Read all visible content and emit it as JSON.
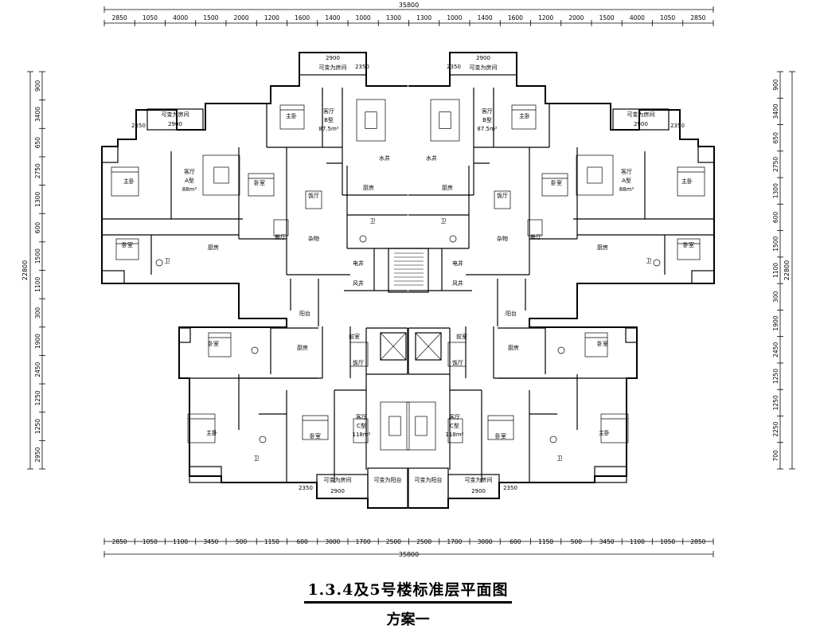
{
  "title": "1.3.4及5号楼标准层平面图",
  "subtitle": "方案一",
  "top_total": "35800",
  "top_dims": [
    "2850",
    "1050",
    "4000",
    "1500",
    "2000",
    "1200",
    "1600",
    "1400",
    "1000",
    "1300",
    "1300",
    "1000",
    "1400",
    "1600",
    "1200",
    "2000",
    "1500",
    "4000",
    "1050",
    "2850"
  ],
  "bottom_total": "35800",
  "bottom_dims": [
    "2850",
    "1050",
    "1100",
    "3450",
    "500",
    "1150",
    "600",
    "3000",
    "1700",
    "2500",
    "2500",
    "1700",
    "3000",
    "600",
    "1150",
    "500",
    "3450",
    "1100",
    "1050",
    "2850"
  ],
  "left_total": "22800",
  "left_dims": [
    "900",
    "3400",
    "650",
    "2750",
    "1300",
    "600",
    "1500",
    "1100",
    "300",
    "1900",
    "2450",
    "1250",
    "1250",
    "2950"
  ],
  "right_total": "22800",
  "right_dims": [
    "900",
    "3400",
    "650",
    "2750",
    "1300",
    "600",
    "1500",
    "1100",
    "300",
    "1900",
    "2450",
    "1250",
    "1250",
    "2250",
    "700"
  ],
  "room_labels": {
    "flexible_room": "可变为房间",
    "flexible_balcony": "可变为阳台",
    "width_2900": "2900",
    "height_2350": "2350",
    "master_bedroom": "主卧",
    "bedroom": "卧室",
    "living_room": "客厅",
    "dining_room": "饭厅",
    "dining_room_alt": "餐厅",
    "kitchen": "厨房",
    "bathroom": "卫",
    "balcony": "阳台",
    "utility_room": "杂物",
    "water_shaft": "水井",
    "electric_shaft": "电井",
    "air_shaft": "风井",
    "front_room": "前室",
    "unit_a": "A型",
    "unit_b": "B型",
    "unit_c": "C型",
    "area_a": "88m²",
    "area_b": "87.5m²",
    "area_c": "118m²"
  }
}
